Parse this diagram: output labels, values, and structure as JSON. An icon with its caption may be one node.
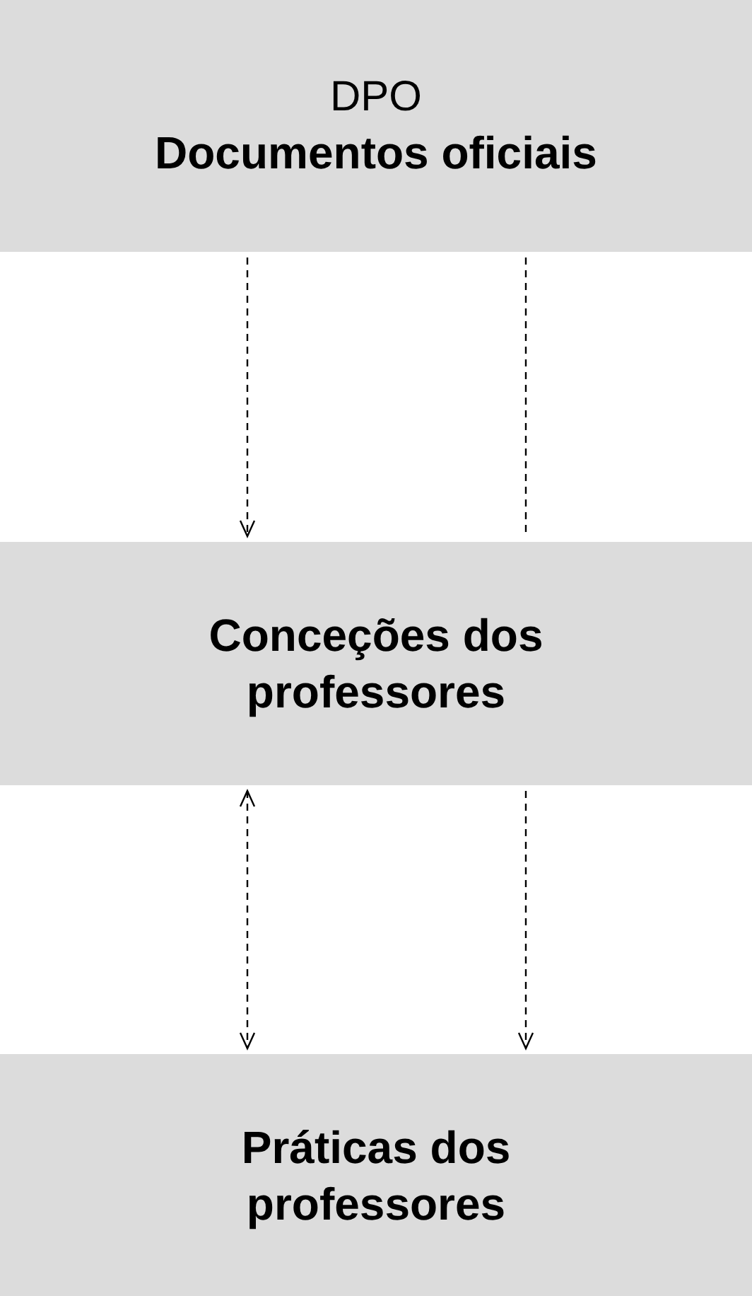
{
  "diagram": {
    "nodes": [
      {
        "text": [
          "DPO",
          "Documentos oficiais"
        ]
      },
      {
        "text": [
          "Conceções dos professores"
        ]
      },
      {
        "text": [
          "Práticas dos professores"
        ]
      }
    ],
    "edges": [
      {
        "from": 0,
        "to": 1,
        "arrow": "to",
        "style": "dashed"
      },
      {
        "from": 0,
        "to": 1,
        "arrow": "none",
        "style": "dashed"
      },
      {
        "from": 1,
        "to": 2,
        "arrow": "both",
        "style": "dashed"
      },
      {
        "from": 1,
        "to": 2,
        "arrow": "to",
        "style": "dashed"
      }
    ]
  }
}
